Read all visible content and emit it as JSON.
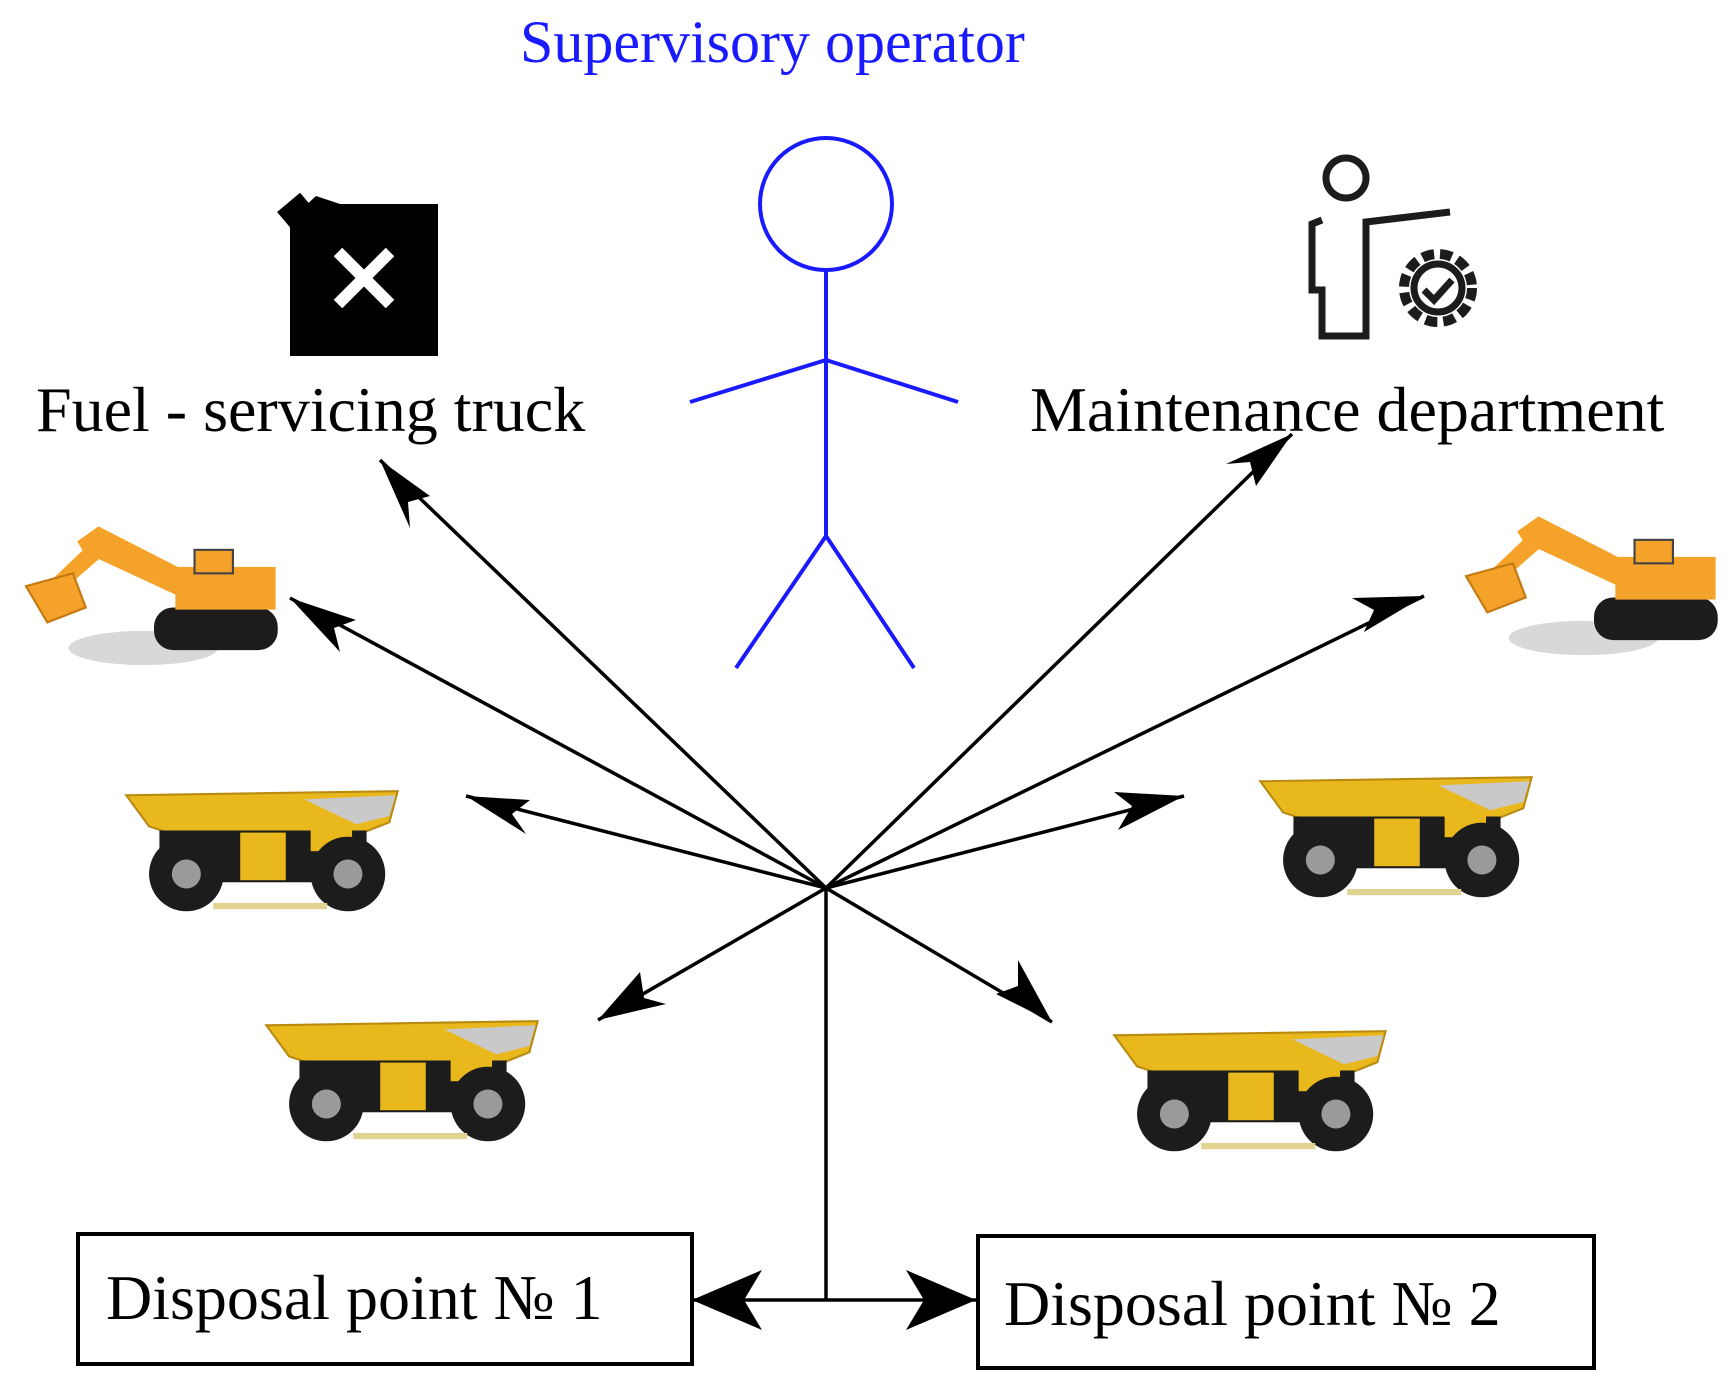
{
  "title": "Supervisory operator",
  "nodes": {
    "fuel": {
      "label": "Fuel - servicing truck",
      "icon": "fuel-can-cross-icon"
    },
    "maintenance": {
      "label": "Maintenance department",
      "icon": "person-gear-check-icon"
    },
    "excavators": {
      "icon": "excavator-icon",
      "count": 2
    },
    "dump_trucks": {
      "icon": "dump-truck-icon",
      "count": 4
    },
    "disposal_1": {
      "label": "Disposal point № 1"
    },
    "disposal_2": {
      "label": "Disposal point № 2"
    }
  },
  "colors": {
    "operator": "#1a1aff",
    "arrows": "#000000",
    "machine_yellow": "#e8b81c",
    "excavator_orange": "#f5a22a",
    "tracks": "#1c1c1c"
  }
}
